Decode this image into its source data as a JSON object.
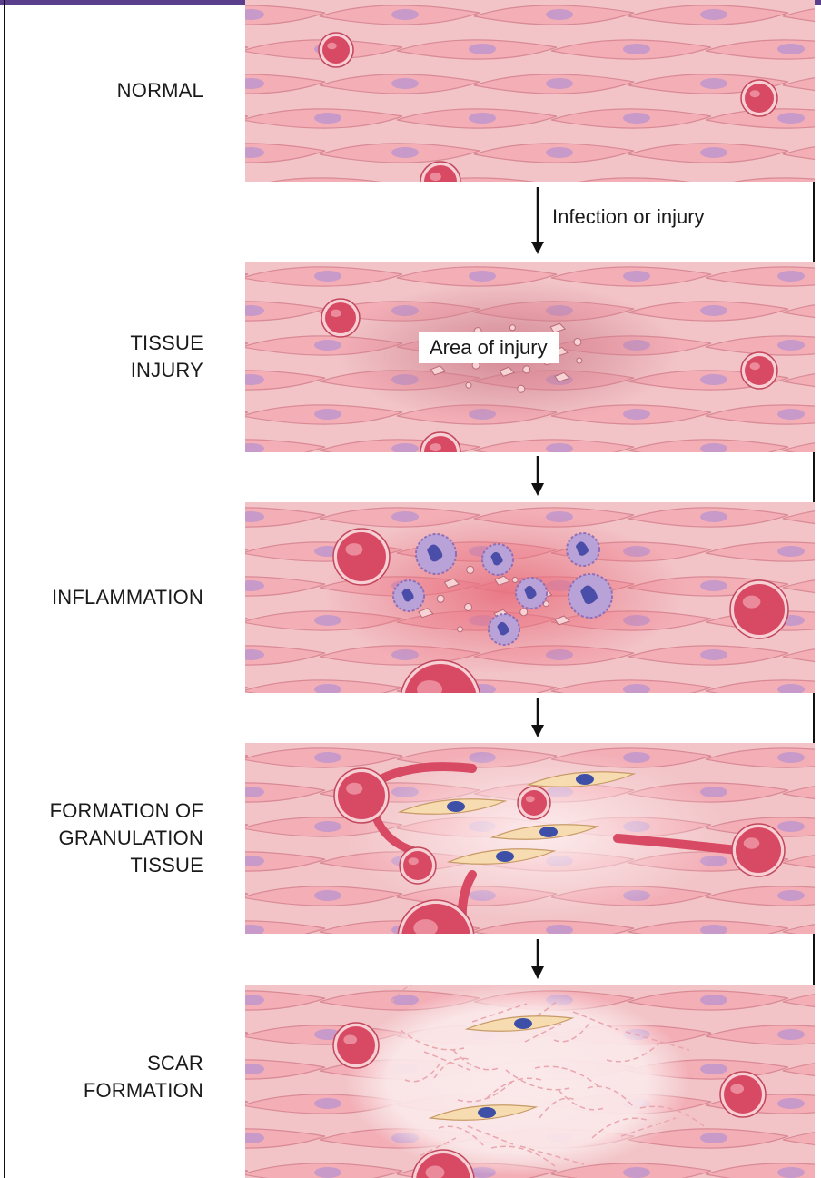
{
  "stages": [
    {
      "name": "NORMAL"
    },
    {
      "name": "TISSUE\nINJURY"
    },
    {
      "name": "INFLAMMATION"
    },
    {
      "name": "FORMATION OF\nGRANULATION\nTISSUE"
    },
    {
      "name": "SCAR\nFORMATION"
    }
  ],
  "transitions": {
    "infection": "Infection or injury"
  },
  "annotations": {
    "area_of_injury": "Area of injury"
  },
  "colors": {
    "tissue_bg": "#f2c4c8",
    "cell_fill": "#f3aeb6",
    "cell_stroke": "#d98a95",
    "nucleus": "#c79ac9",
    "vessel": "#d84a63",
    "injury_zone": "#cf7f8c",
    "leukocyte": "#b9a2d8",
    "fibroblast": "#f7dcb2",
    "fibroblast_nucleus": "#3d4fa6",
    "scar_zone": "#fbe9ea"
  }
}
